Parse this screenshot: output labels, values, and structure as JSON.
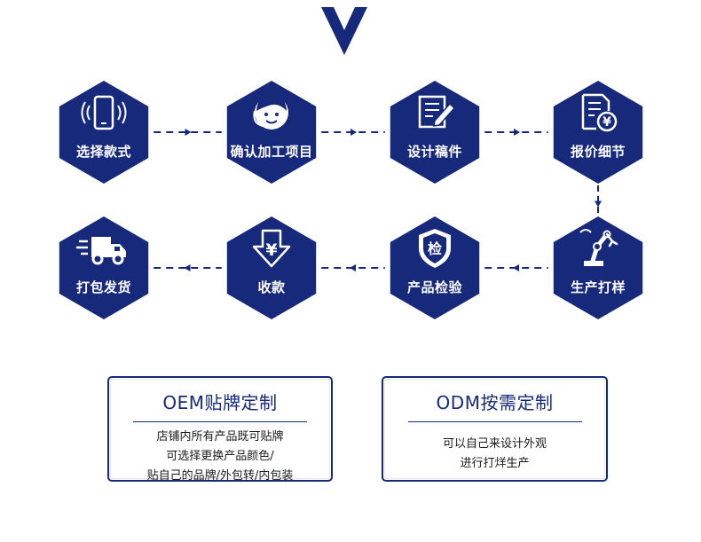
{
  "colors": {
    "primary": "#16297a",
    "icon_white": "#ffffff"
  },
  "steps_row1": [
    {
      "label": "选择款式",
      "icon": "smartphone-icon"
    },
    {
      "label": "确认加工项目",
      "icon": "customer-service-icon"
    },
    {
      "label": "设计稿件",
      "icon": "document-edit-icon"
    },
    {
      "label": "报价细节",
      "icon": "price-document-icon"
    }
  ],
  "steps_row2": [
    {
      "label": "打包发货",
      "icon": "delivery-truck-icon"
    },
    {
      "label": "收款",
      "icon": "payment-yen-icon"
    },
    {
      "label": "产品检验",
      "icon": "inspection-shield-icon",
      "icon_text": "检"
    },
    {
      "label": "生产打样",
      "icon": "robot-arm-icon"
    }
  ],
  "yen_symbol": "¥",
  "cards": [
    {
      "title": "OEM贴牌定制",
      "lines": [
        "店铺内所有产品既可贴牌",
        "可选择更换产品颜色/",
        "贴自己的品牌/外包转/内包装"
      ]
    },
    {
      "title": "ODM按需定制",
      "lines": [
        "可以自己来设计外观",
        "进行打烊生产"
      ]
    }
  ]
}
